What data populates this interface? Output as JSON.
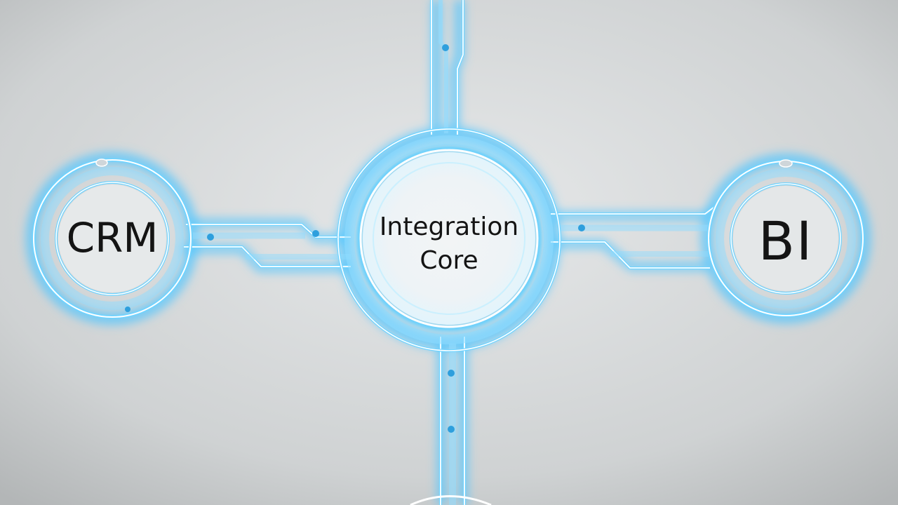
{
  "nodes": {
    "crm": {
      "label": "CRM"
    },
    "core": {
      "label_line1": "Integration",
      "label_line2": "Core"
    },
    "bi": {
      "label": "BI"
    }
  },
  "colors": {
    "background_light": "#e4e6e7",
    "background_dark": "#b7babb",
    "glow": "#4fc6ff",
    "tube": "#8fdcff",
    "highlight": "#ffffff",
    "dot": "#2e9fdd"
  }
}
